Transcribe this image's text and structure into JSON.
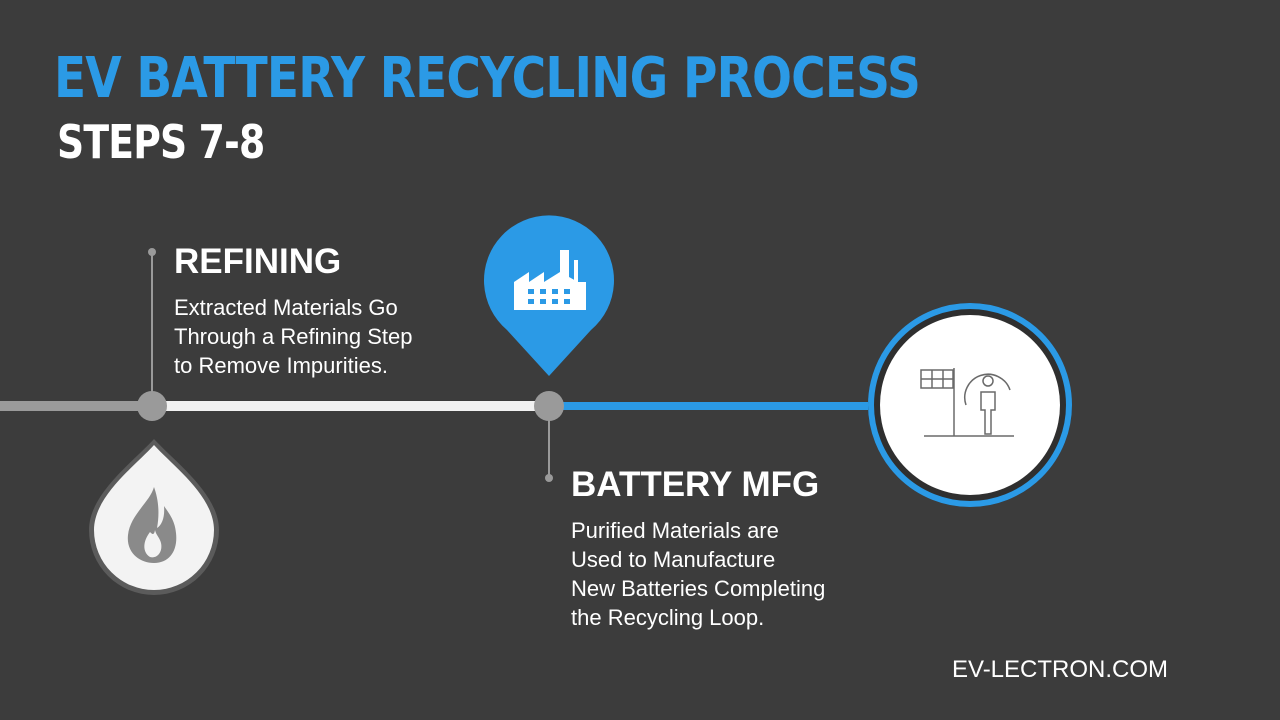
{
  "title": "EV BATTERY RECYCLING PROCESS",
  "subtitle": "STEPS 7-8",
  "steps": [
    {
      "heading": "REFINING",
      "lines": [
        "Extracted Materials Go",
        "Through a Refining Step",
        "to Remove Impurities."
      ],
      "icon": "flame-icon"
    },
    {
      "heading": "BATTERY MFG",
      "lines": [
        "Purified Materials are",
        "Used to Manufacture",
        "New Batteries Completing",
        "the Recycling Loop."
      ],
      "icon": "factory-icon"
    }
  ],
  "end_icon": "finish-flag-person-icon",
  "footer": "EV-LECTRON.COM",
  "colors": {
    "background": "#3c3c3c",
    "accent": "#2b9ae6",
    "text": "#ffffff",
    "track_gray": "#9a9a9a",
    "track_white": "#f2f2f2"
  }
}
